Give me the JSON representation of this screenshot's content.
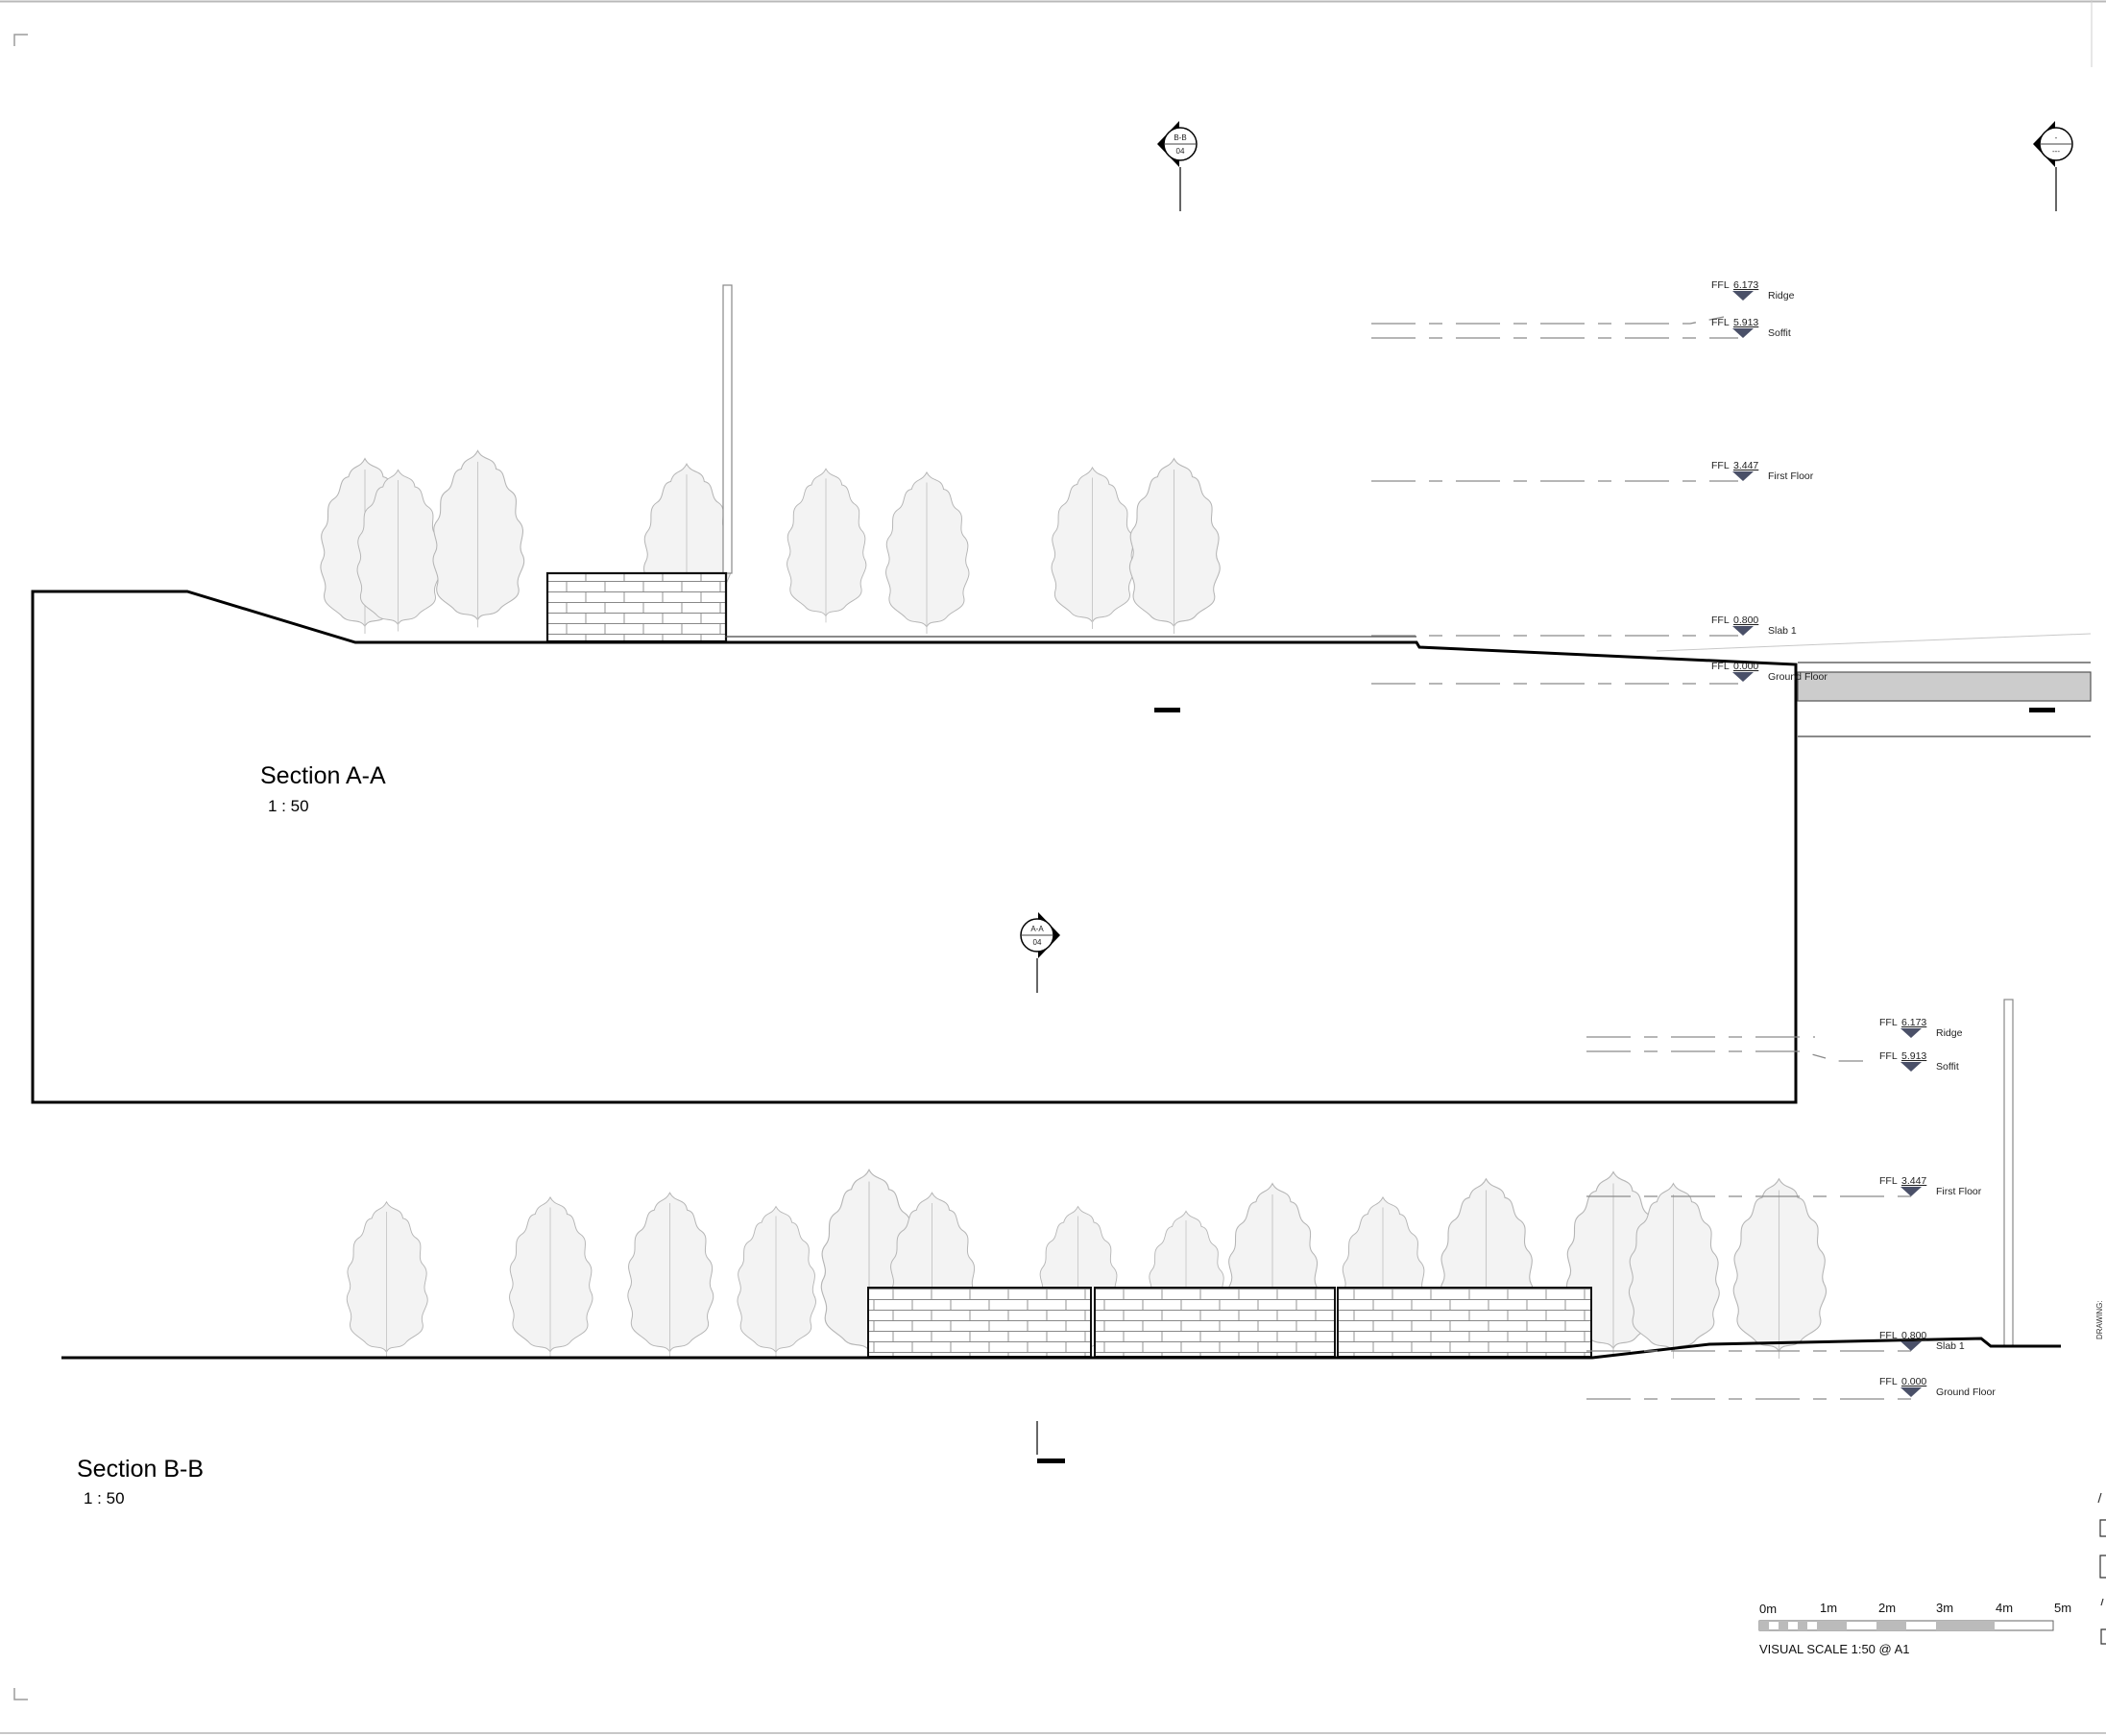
{
  "sections": [
    {
      "title": "Section A-A",
      "scale": "1 : 50"
    },
    {
      "title": "Section B-B",
      "scale": "1 : 50"
    }
  ],
  "section_markers": [
    {
      "label": "B-B",
      "sheet": "04"
    },
    {
      "label": "-",
      "sheet": "---"
    },
    {
      "label": "A-A",
      "sheet": "04"
    }
  ],
  "levels_a": [
    {
      "code": "FFL",
      "value": "6.173",
      "name": "Ridge"
    },
    {
      "code": "FFL",
      "value": "5.913",
      "name": "Soffit"
    },
    {
      "code": "FFL",
      "value": "3.447",
      "name": "First Floor"
    },
    {
      "code": "FFL",
      "value": "0.800",
      "name": "Slab 1"
    },
    {
      "code": "FFL",
      "value": "0.000",
      "name": "Ground Floor"
    }
  ],
  "levels_b": [
    {
      "code": "FFL",
      "value": "6.173",
      "name": "Ridge"
    },
    {
      "code": "FFL",
      "value": "5.913",
      "name": "Soffit"
    },
    {
      "code": "FFL",
      "value": "3.447",
      "name": "First Floor"
    },
    {
      "code": "FFL",
      "value": "0.800",
      "name": "Slab 1"
    },
    {
      "code": "FFL",
      "value": "0.000",
      "name": "Ground Floor"
    }
  ],
  "visual_scale": {
    "ticks": [
      "0m",
      "1m",
      "2m",
      "3m",
      "4m",
      "5m"
    ],
    "caption": "VISUAL SCALE 1:50  @ A1"
  },
  "edge_text": "DRAWING:",
  "colors": {
    "line": "#000000",
    "level_marker": "#4a5068",
    "slab_fill": "#cccccc"
  }
}
